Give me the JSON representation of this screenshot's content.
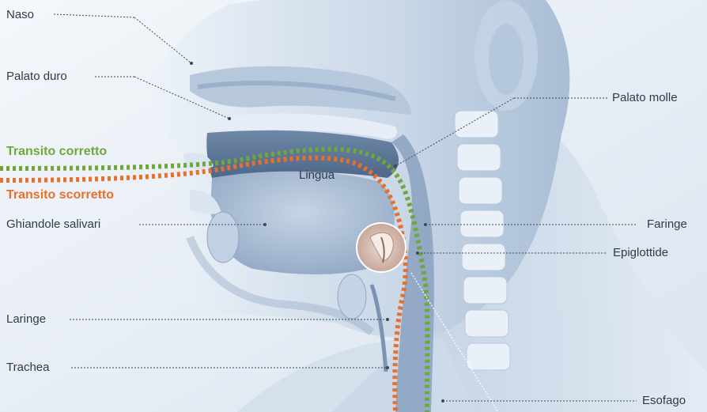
{
  "labels": {
    "naso": "Naso",
    "palato_duro": "Palato duro",
    "palato_molle": "Palato molle",
    "transito_corretto": "Transito corretto",
    "transito_scorretto": "Transito scorretto",
    "lingua": "Lingua",
    "ghiandole_salivari": "Ghiandole salivari",
    "faringe": "Faringe",
    "epiglottide": "Epiglottide",
    "laringe": "Laringe",
    "trachea": "Trachea",
    "esofago": "Esofago"
  },
  "colors": {
    "correct_path": "#6ea83a",
    "incorrect_path": "#e8702a",
    "label_text": "#2f3b4a",
    "leader_line": "#3a4a5c",
    "anatomy_light": "#dfe8f4",
    "anatomy_mid": "#9fb3cc",
    "anatomy_dark": "#5f7896"
  },
  "legend": [
    {
      "label_key": "transito_corretto",
      "color_key": "correct_path"
    },
    {
      "label_key": "transito_scorretto",
      "color_key": "incorrect_path"
    }
  ]
}
